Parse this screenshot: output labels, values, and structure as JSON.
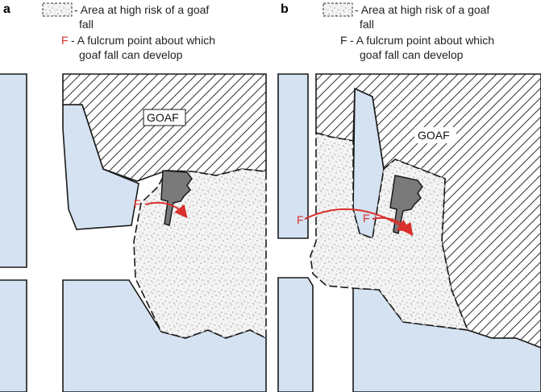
{
  "colors": {
    "roadway": "#ffffff",
    "coal": "#d5e2f1",
    "outline": "#1a1a1a",
    "fulcrum": "#d9302b",
    "shield": "#7a7a7a",
    "legend_text": "#222222"
  },
  "panels": [
    {
      "letter": "a",
      "legend": {
        "risk_line1": "- Area at high risk of a goaf",
        "risk_line2": "fall",
        "fulcrum_key": "F",
        "fulcrum_line1": "- A fulcrum point about which",
        "fulcrum_line2": "goaf fall can develop"
      },
      "goaf_label": "GOAF",
      "fulcrum_labels": [
        "F"
      ]
    },
    {
      "letter": "b",
      "legend": {
        "risk_line1": "- Area at high risk of a goaf",
        "risk_line2": "fall",
        "fulcrum_key": "F",
        "fulcrum_line1": "- A fulcrum point about which",
        "fulcrum_line2": "goaf fall can develop"
      },
      "goaf_label": "GOAF",
      "fulcrum_labels": [
        "F",
        "F"
      ]
    }
  ]
}
